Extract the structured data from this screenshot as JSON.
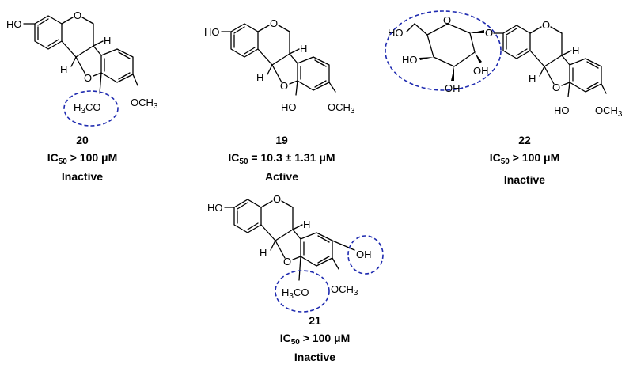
{
  "atoms": {
    "ho": "HO",
    "o": "O",
    "h": "H",
    "och3": "OCH",
    "h3co_h": "H",
    "h3co_co": "CO",
    "three": "3",
    "oh": "OH"
  },
  "compounds": {
    "c20": {
      "number": "20",
      "ic50_prefix": "IC",
      "ic50_sub": "50",
      "ic50_value": " > 100 μM",
      "status": "Inactive"
    },
    "c19": {
      "number": "19",
      "ic50_prefix": "IC",
      "ic50_sub": "50",
      "ic50_value": " = 10.3 ± 1.31 μM",
      "status": "Active"
    },
    "c22": {
      "number": "22",
      "ic50_prefix": "IC",
      "ic50_sub": "50",
      "ic50_value": " > 100 μM",
      "status": "Inactive"
    },
    "c21": {
      "number": "21",
      "ic50_prefix": "IC",
      "ic50_sub": "50",
      "ic50_value": " > 100 μM",
      "status": "Inactive"
    }
  },
  "colors": {
    "highlight": "#1f2bb0",
    "ink": "#000000"
  }
}
